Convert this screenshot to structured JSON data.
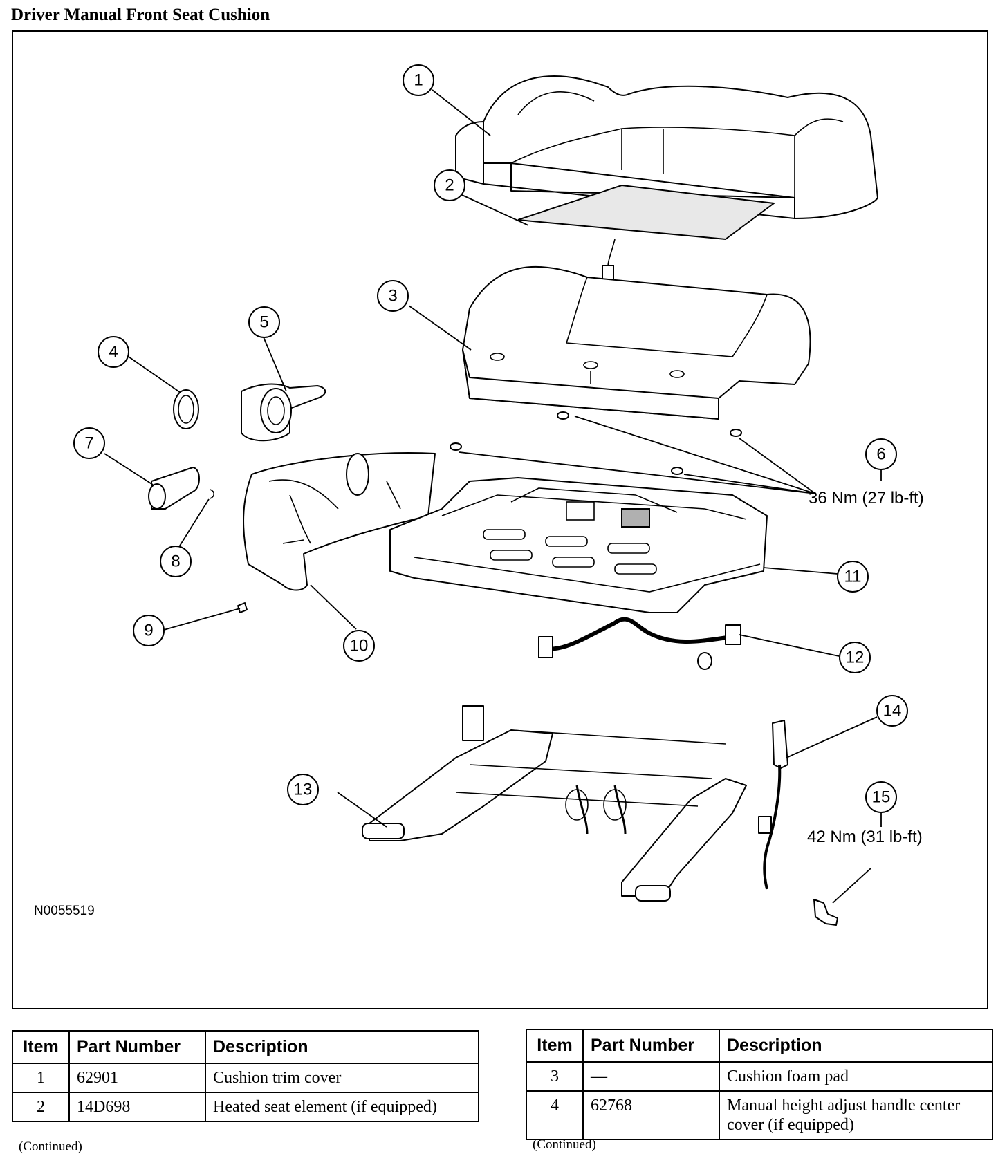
{
  "page": {
    "title": "Driver Manual Front Seat Cushion",
    "continued": "(Continued)"
  },
  "diagram": {
    "code": "N0055519",
    "callouts": [
      {
        "id": "1",
        "label": "1"
      },
      {
        "id": "2",
        "label": "2"
      },
      {
        "id": "3",
        "label": "3"
      },
      {
        "id": "4",
        "label": "4"
      },
      {
        "id": "5",
        "label": "5"
      },
      {
        "id": "6",
        "label": "6"
      },
      {
        "id": "7",
        "label": "7"
      },
      {
        "id": "8",
        "label": "8"
      },
      {
        "id": "9",
        "label": "9"
      },
      {
        "id": "10",
        "label": "10"
      },
      {
        "id": "11",
        "label": "11"
      },
      {
        "id": "12",
        "label": "12"
      },
      {
        "id": "13",
        "label": "13"
      },
      {
        "id": "14",
        "label": "14"
      },
      {
        "id": "15",
        "label": "15"
      }
    ],
    "torque_6": "36 Nm (27 lb-ft)",
    "torque_15": "42 Nm (31 lb-ft)"
  },
  "table": {
    "headers": [
      "Item",
      "Part Number",
      "Description"
    ],
    "left_rows": [
      {
        "item": "1",
        "part": "62901",
        "desc": "Cushion trim cover"
      },
      {
        "item": "2",
        "part": "14D698",
        "desc": "Heated seat element (if equipped)"
      }
    ],
    "right_rows": [
      {
        "item": "3",
        "part": "—",
        "desc": "Cushion foam pad"
      },
      {
        "item": "4",
        "part": "62768",
        "desc": "Manual height adjust handle center cover (if equipped)"
      }
    ]
  }
}
